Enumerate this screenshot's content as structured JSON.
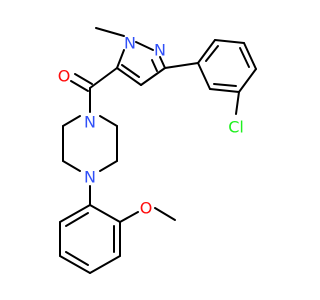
{
  "molecule": {
    "atoms": {
      "O_carbonyl": {
        "symbol": "O",
        "color": "#ff0d0d"
      },
      "N_methyl": {
        "symbol": "N",
        "color": "#3050f8"
      },
      "N_pyrazole": {
        "symbol": "N",
        "color": "#3050f8"
      },
      "N_piperazine_top": {
        "symbol": "N",
        "color": "#3050f8"
      },
      "N_piperazine_bottom": {
        "symbol": "N",
        "color": "#3050f8"
      },
      "Cl": {
        "symbol": "Cl",
        "color": "#1ff01f"
      },
      "O_methoxy": {
        "symbol": "O",
        "color": "#ff0d0d"
      }
    },
    "bond_color": "#000000"
  }
}
